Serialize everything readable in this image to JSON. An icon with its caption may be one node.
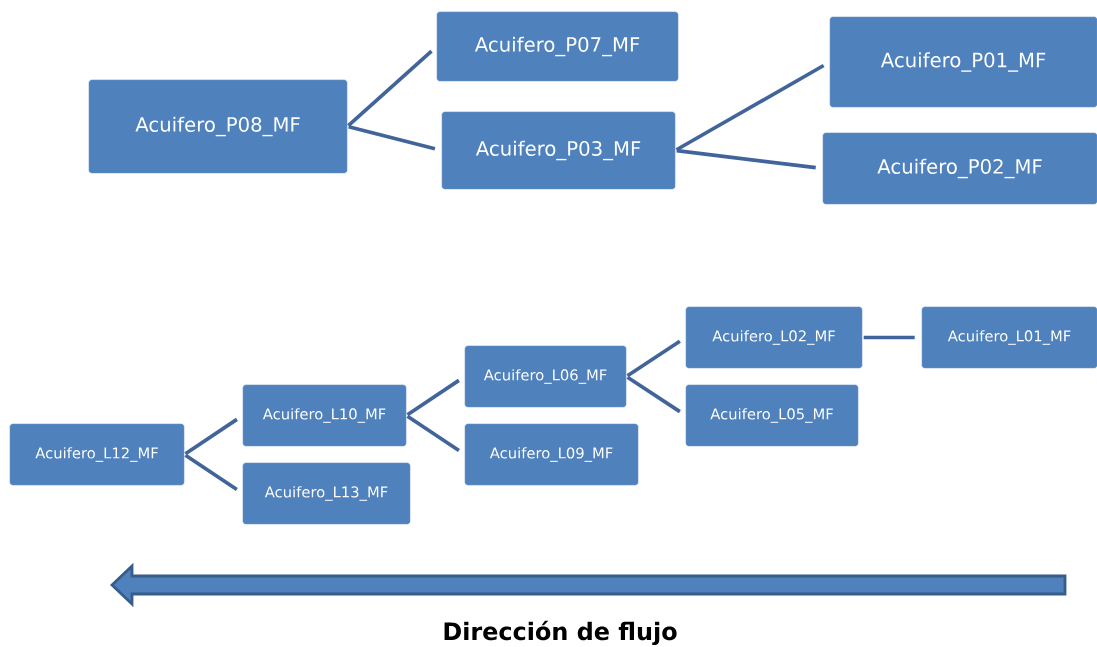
{
  "diagram": {
    "nodes": [
      {
        "text": [
          "Acuifero_P08_MF"
        ]
      },
      {
        "text": [
          "Acuifero_P07_MF"
        ]
      },
      {
        "text": [
          "Acuifero_P03_MF"
        ]
      },
      {
        "text": [
          "Acuifero_P01_MF"
        ]
      },
      {
        "text": [
          "Acuifero_P02_MF"
        ]
      },
      {
        "text": [
          "Acuifero_L12_MF"
        ]
      },
      {
        "text": [
          "Acuifero_L10_MF"
        ]
      },
      {
        "text": [
          "Acuifero_L13_MF"
        ]
      },
      {
        "text": [
          "Acuifero_L06_MF"
        ]
      },
      {
        "text": [
          "Acuifero_L09_MF"
        ]
      },
      {
        "text": [
          "Acuifero_L02_MF"
        ]
      },
      {
        "text": [
          "Acuifero_L05_MF"
        ]
      },
      {
        "text": [
          "Acuifero_L01_MF"
        ]
      }
    ],
    "edges": [
      {
        "from": 0,
        "to": 1,
        "arrow": "none"
      },
      {
        "from": 0,
        "to": 2,
        "arrow": "none"
      },
      {
        "from": 2,
        "to": 3,
        "arrow": "none"
      },
      {
        "from": 2,
        "to": 4,
        "arrow": "none"
      },
      {
        "from": 5,
        "to": 6,
        "arrow": "none"
      },
      {
        "from": 5,
        "to": 7,
        "arrow": "none"
      },
      {
        "from": 6,
        "to": 8,
        "arrow": "none"
      },
      {
        "from": 6,
        "to": 9,
        "arrow": "none"
      },
      {
        "from": 8,
        "to": 10,
        "arrow": "none"
      },
      {
        "from": 8,
        "to": 11,
        "arrow": "none"
      },
      {
        "from": 10,
        "to": 12,
        "arrow": "none"
      }
    ],
    "labels": [
      "Dirección de flujo"
    ]
  }
}
